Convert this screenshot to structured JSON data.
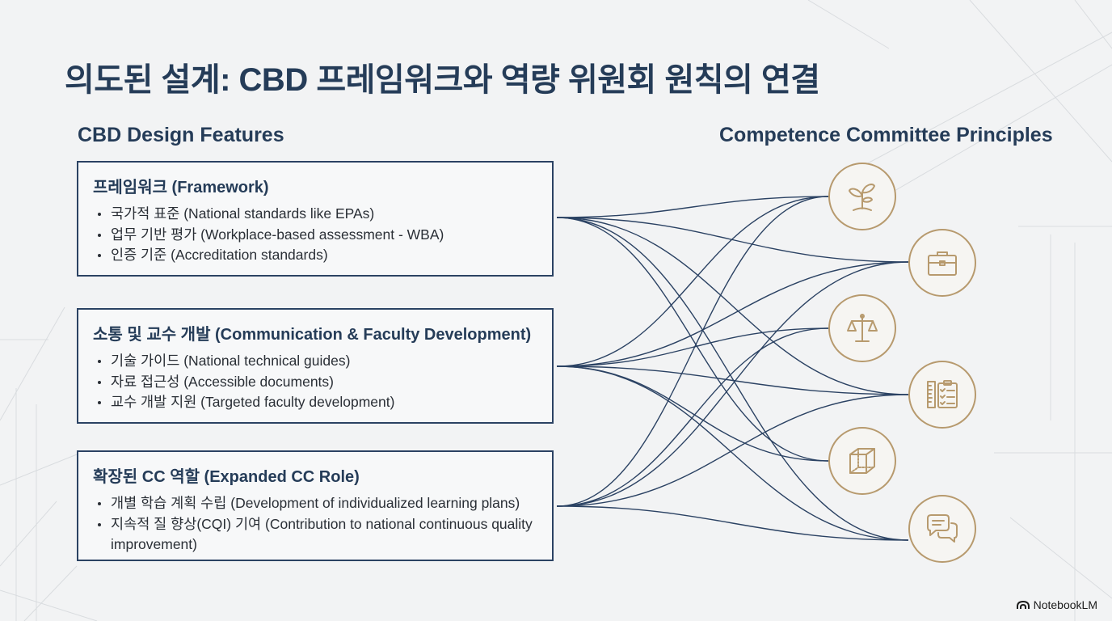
{
  "title": "의도된 설계: CBD 프레임워크와 역량 위원회 원칙의 연결",
  "left_heading": "CBD Design Features",
  "right_heading": "Competence Committee Principles",
  "boxes": [
    {
      "title": "프레임워크 (Framework)",
      "items": [
        "국가적 표준 (National standards like EPAs)",
        "업무 기반 평가 (Workplace-based assessment - WBA)",
        "인증 기준 (Accreditation standards)"
      ]
    },
    {
      "title": "소통 및 교수 개발 (Communication & Faculty Development)",
      "items": [
        "기술 가이드 (National technical guides)",
        "자료 접근성 (Accessible documents)",
        "교수 개발 지원 (Targeted faculty development)"
      ]
    },
    {
      "title": "확장된 CC 역할 (Expanded CC Role)",
      "items": [
        "개별 학습 계획 수립 (Development of individualized learning plans)",
        "지속적 질 향상(CQI) 기여 (Contribution to national continuous quality improvement)"
      ]
    }
  ],
  "principle_icons": [
    "sprout-icon",
    "briefcase-icon",
    "scales-icon",
    "checklist-ruler-icon",
    "cube-icon",
    "speech-bubbles-icon"
  ],
  "connections": [
    [
      0,
      0
    ],
    [
      0,
      1
    ],
    [
      0,
      3
    ],
    [
      0,
      4
    ],
    [
      0,
      5
    ],
    [
      1,
      0
    ],
    [
      1,
      1
    ],
    [
      1,
      2
    ],
    [
      1,
      3
    ],
    [
      1,
      4
    ],
    [
      1,
      5
    ],
    [
      2,
      0
    ],
    [
      2,
      1
    ],
    [
      2,
      2
    ],
    [
      2,
      3
    ],
    [
      2,
      5
    ]
  ],
  "colors": {
    "navy": "#2b4263",
    "gold": "#b79a6e",
    "background": "#f2f3f4"
  },
  "brand": "NotebookLM"
}
